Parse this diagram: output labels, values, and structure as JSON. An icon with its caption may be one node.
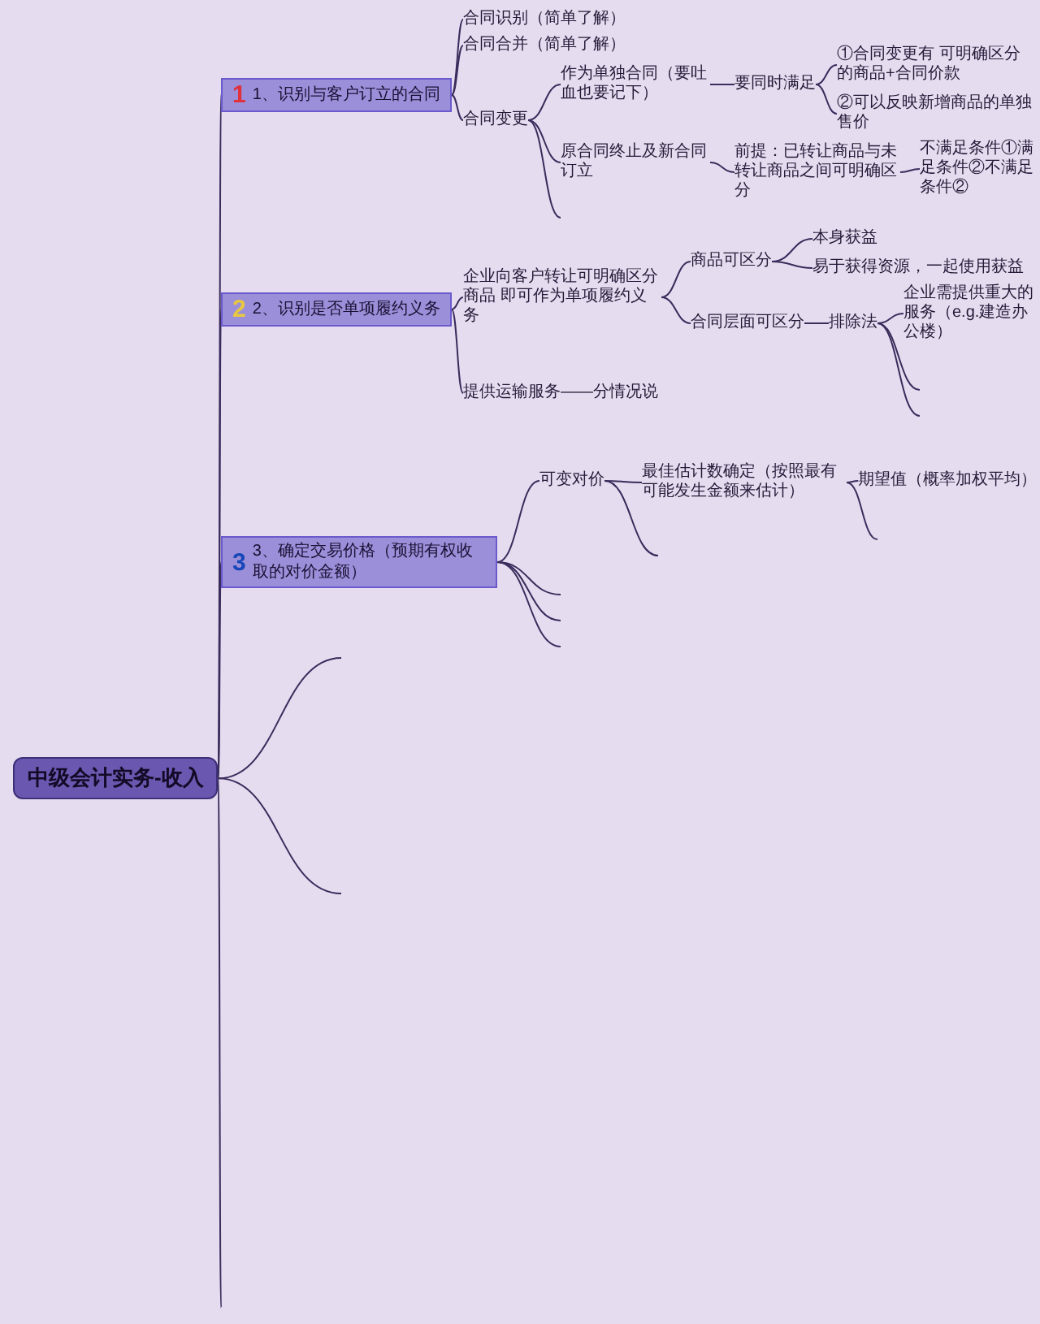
{
  "diagram": {
    "nodes": [
      {
        "text": [
          "中级会计实务-收入"
        ]
      },
      {
        "text": [
          "1",
          "1、识别与客户订立的合同"
        ]
      },
      {
        "text": [
          "合同识别（简单了解）"
        ]
      },
      {
        "text": [
          "合同合并（简单了解）"
        ]
      },
      {
        "text": [
          "合同变更"
        ]
      },
      {
        "text": [
          "作为单独合同（要吐血也要记下）"
        ]
      },
      {
        "text": [
          "要同时满足"
        ]
      },
      {
        "text": [
          "①合同变更有 可明确区分的商品+合同价款"
        ]
      },
      {
        "text": [
          "②可以反映新增商品的单独售价"
        ]
      },
      {
        "text": [
          "原合同终止及新合同订立"
        ]
      },
      {
        "text": [
          "前提：已转让商品与未转让商品之间可明确区分"
        ]
      },
      {
        "text": [
          "不满足条件①满足条件②不满足条件②"
        ]
      },
      {
        "text": [
          "2",
          "2、识别是否单项履约义务"
        ]
      },
      {
        "text": [
          "企业向客户转让可明确区分商品 即可作为单项履约义务"
        ]
      },
      {
        "text": [
          "商品可区分"
        ]
      },
      {
        "text": [
          "本身获益"
        ]
      },
      {
        "text": [
          "易于获得资源，一起使用获益"
        ]
      },
      {
        "text": [
          "合同层面可区分"
        ]
      },
      {
        "text": [
          "排除法"
        ]
      },
      {
        "text": [
          "企业需提供重大的服务（e.g.建造办公楼）"
        ]
      },
      {
        "text": [
          "提供运输服务——分情况说"
        ]
      },
      {
        "text": [
          "3",
          "3、确定交易价格（预期有权收取的对价金额）"
        ]
      },
      {
        "text": [
          "可变对价"
        ]
      },
      {
        "text": [
          "最佳估计数确定（按照最有可能发生金额来估计）"
        ]
      },
      {
        "text": [
          "期望值（概率加权平均）"
        ]
      }
    ],
    "edges": [
      {
        "from": 0,
        "to": 1,
        "arrow": "none"
      },
      {
        "from": 0,
        "to": 12,
        "arrow": "none"
      },
      {
        "from": 0,
        "to": 21,
        "arrow": "none"
      },
      {
        "from": 0,
        "to": null,
        "arrow": "none"
      },
      {
        "from": 0,
        "to": null,
        "arrow": "none"
      },
      {
        "from": 0,
        "to": null,
        "arrow": "none"
      },
      {
        "from": 1,
        "to": 2,
        "arrow": "none"
      },
      {
        "from": 1,
        "to": 3,
        "arrow": "none"
      },
      {
        "from": 1,
        "to": 4,
        "arrow": "none"
      },
      {
        "from": 4,
        "to": 5,
        "arrow": "none"
      },
      {
        "from": 4,
        "to": 9,
        "arrow": "none"
      },
      {
        "from": 4,
        "to": null,
        "arrow": "none"
      },
      {
        "from": 5,
        "to": 6,
        "arrow": "none"
      },
      {
        "from": 6,
        "to": 7,
        "arrow": "none"
      },
      {
        "from": 6,
        "to": 8,
        "arrow": "none"
      },
      {
        "from": 9,
        "to": 10,
        "arrow": "none"
      },
      {
        "from": 10,
        "to": 11,
        "arrow": "none"
      },
      {
        "from": 12,
        "to": 13,
        "arrow": "none"
      },
      {
        "from": 12,
        "to": 20,
        "arrow": "none"
      },
      {
        "from": 13,
        "to": 14,
        "arrow": "none"
      },
      {
        "from": 13,
        "to": 17,
        "arrow": "none"
      },
      {
        "from": 14,
        "to": 15,
        "arrow": "none"
      },
      {
        "from": 14,
        "to": 16,
        "arrow": "none"
      },
      {
        "from": 17,
        "to": 18,
        "arrow": "none"
      },
      {
        "from": 18,
        "to": 19,
        "arrow": "none"
      },
      {
        "from": 18,
        "to": null,
        "arrow": "none"
      },
      {
        "from": 18,
        "to": null,
        "arrow": "none"
      },
      {
        "from": 21,
        "to": 22,
        "arrow": "none"
      },
      {
        "from": 21,
        "to": null,
        "arrow": "none"
      },
      {
        "from": 21,
        "to": null,
        "arrow": "none"
      },
      {
        "from": 21,
        "to": null,
        "arrow": "none"
      },
      {
        "from": 22,
        "to": 23,
        "arrow": "none"
      },
      {
        "from": 22,
        "to": null,
        "arrow": "none"
      },
      {
        "from": 23,
        "to": 24,
        "arrow": "none"
      },
      {
        "from": 23,
        "to": null,
        "arrow": "none"
      }
    ]
  }
}
